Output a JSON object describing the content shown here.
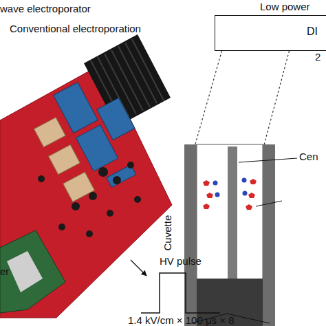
{
  "diagram": {
    "nodes": [
      {
        "text": [
          "DI"
        ]
      },
      {
        "text": [
          "Cuvette"
        ]
      }
    ],
    "edges": [
      {
        "from": 0,
        "to": 1,
        "arrow": "none"
      },
      {
        "from": 0,
        "to": 1,
        "arrow": "none"
      }
    ],
    "labels": [
      "wave electroporator",
      "Conventional electroporation",
      "Low power",
      "2",
      "Cen",
      "HV pulse",
      "1.4 kV/cm × 100 μs × 8",
      "er"
    ]
  }
}
